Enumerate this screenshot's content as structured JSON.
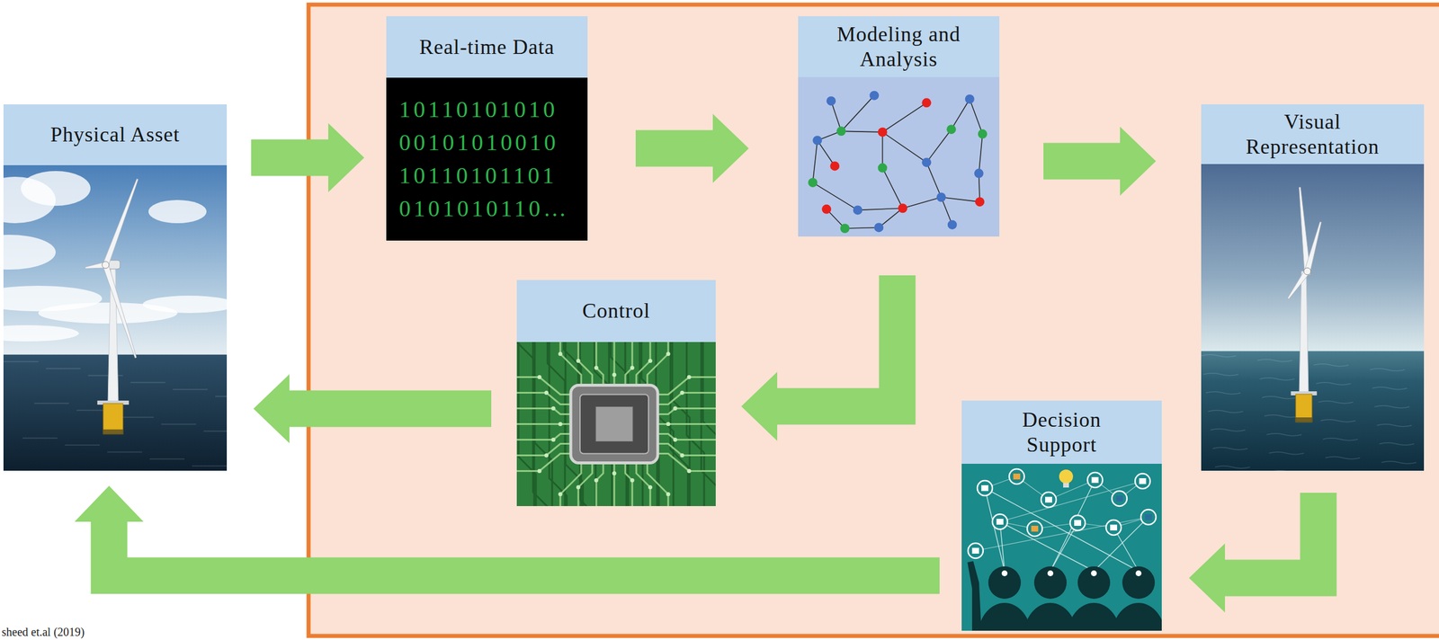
{
  "diagram": {
    "nodes": [
      {
        "text": [
          "Physical Asset"
        ]
      },
      {
        "text": [
          "Real-time Data"
        ]
      },
      {
        "text": [
          "Modeling and Analysis"
        ]
      },
      {
        "text": [
          "Visual Representation"
        ]
      },
      {
        "text": [
          "Control"
        ]
      },
      {
        "text": [
          "Decision Support"
        ]
      }
    ],
    "edges": [
      {
        "from": 0,
        "to": 1,
        "arrow": "to"
      },
      {
        "from": 1,
        "to": 2,
        "arrow": "to"
      },
      {
        "from": 2,
        "to": 3,
        "arrow": "to"
      },
      {
        "from": 2,
        "to": 4,
        "arrow": "to"
      },
      {
        "from": 4,
        "to": 0,
        "arrow": "to"
      },
      {
        "from": 3,
        "to": 5,
        "arrow": "to"
      },
      {
        "from": 5,
        "to": 0,
        "arrow": "to"
      }
    ],
    "labels": [
      "10110101010",
      "00101010010",
      "10110101101",
      "0101010110…",
      "sheed et.al (2019)"
    ]
  }
}
